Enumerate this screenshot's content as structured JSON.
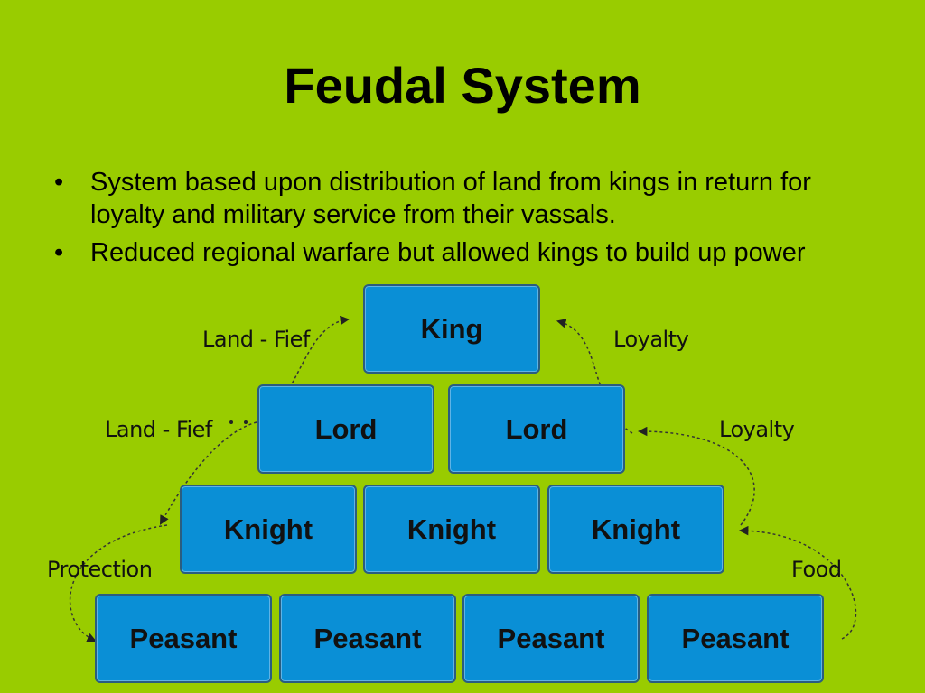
{
  "slide": {
    "title": "Feudal System",
    "bullet_symbol": "•",
    "bullets": [
      "System based upon distribution of land from kings in return for loyalty and military service from their vassals.",
      "Reduced regional warfare but allowed kings to build up power"
    ]
  },
  "diagram": {
    "nodes": {
      "king": "King",
      "lord_1": "Lord",
      "lord_2": "Lord",
      "knight_1": "Knight",
      "knight_2": "Knight",
      "knight_3": "Knight",
      "peasant_1": "Peasant",
      "peasant_2": "Peasant",
      "peasant_3": "Peasant",
      "peasant_4": "Peasant"
    },
    "labels": {
      "land_fief_top": "Land - Fief",
      "land_fief_mid": "Land - Fief",
      "loyalty_top": "Loyalty",
      "loyalty_mid": "Loyalty",
      "protection": "Protection",
      "food": "Food"
    }
  },
  "colors": {
    "background": "#99cc00",
    "node_fill": "#0a8fd6",
    "node_border": "#2a5d80"
  }
}
